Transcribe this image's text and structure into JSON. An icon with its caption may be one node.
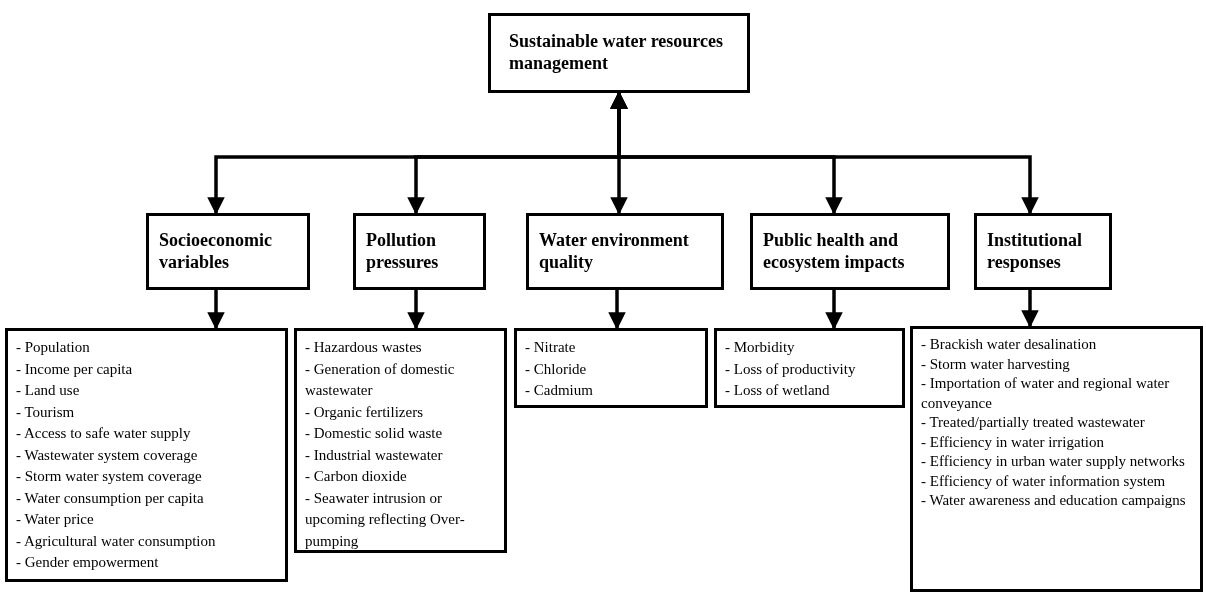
{
  "diagram": {
    "nodes": [
      {
        "text": [
          "Sustainable water resources management"
        ]
      },
      {
        "text": [
          "Socioeconomic variables"
        ]
      },
      {
        "text": [
          "Pollution pressures"
        ]
      },
      {
        "text": [
          "Water environment quality"
        ]
      },
      {
        "text": [
          "Public health and ecosystem impacts"
        ]
      },
      {
        "text": [
          "Institutional responses"
        ]
      },
      {
        "text": [
          "- Population",
          "- Income per capita",
          "- Land use",
          "- Tourism",
          "- Access to safe water supply",
          "- Wastewater system coverage",
          "- Storm water system coverage",
          "- Water consumption per capita",
          "- Water price",
          "- Agricultural water consumption",
          "- Gender empowerment"
        ]
      },
      {
        "text": [
          "- Hazardous wastes",
          "- Generation of domestic wastewater",
          "- Organic fertilizers",
          "- Domestic solid waste",
          "- Industrial wastewater",
          "- Carbon dioxide",
          "- Seawater intrusion or upcoming reflecting Over-pumping"
        ]
      },
      {
        "text": [
          "- Nitrate",
          "- Chloride",
          "- Cadmium"
        ]
      },
      {
        "text": [
          "- Morbidity",
          "- Loss of productivity",
          "- Loss of wetland"
        ]
      },
      {
        "text": [
          "- Brackish water desalination",
          "- Storm water harvesting",
          "- Importation of water and regional water conveyance",
          "- Treated/partially treated wastewater",
          "- Efficiency in water irrigation",
          "- Efficiency in urban water supply networks",
          "- Efficiency of water information system",
          "- Water awareness and education campaigns"
        ]
      }
    ],
    "edges": [
      {
        "from": 0,
        "to": 1,
        "arrow": "both"
      },
      {
        "from": 0,
        "to": 2,
        "arrow": "both"
      },
      {
        "from": 0,
        "to": 3,
        "arrow": "both"
      },
      {
        "from": 0,
        "to": 4,
        "arrow": "both"
      },
      {
        "from": 0,
        "to": 5,
        "arrow": "both"
      },
      {
        "from": 1,
        "to": 6,
        "arrow": "to"
      },
      {
        "from": 2,
        "to": 7,
        "arrow": "to"
      },
      {
        "from": 3,
        "to": 8,
        "arrow": "to"
      },
      {
        "from": 4,
        "to": 9,
        "arrow": "to"
      },
      {
        "from": 5,
        "to": 10,
        "arrow": "to"
      }
    ]
  }
}
